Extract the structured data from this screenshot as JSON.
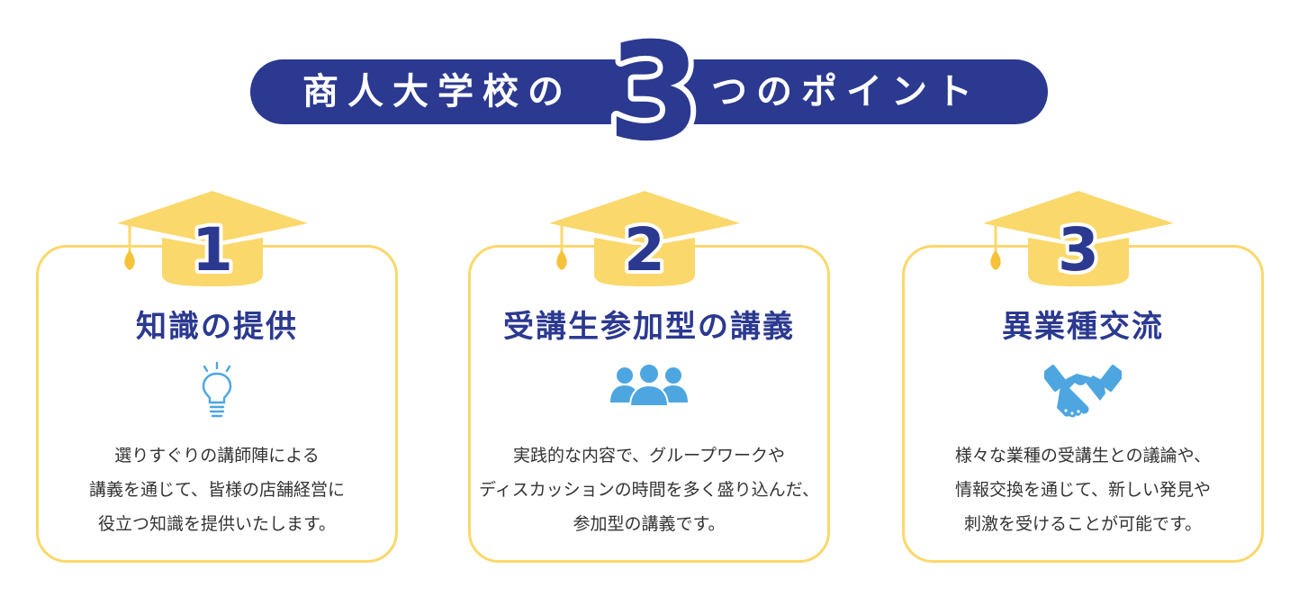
{
  "banner": {
    "left_text": "商人大学校の",
    "number": "3",
    "right_text": "つのポイント"
  },
  "colors": {
    "navy": "#2b3990",
    "yellow": "#fbd86b",
    "icon_blue": "#4da6e0"
  },
  "cards": [
    {
      "number": "1",
      "title": "知識の提供",
      "icon": "light-bulb-icon",
      "lines": [
        "選りすぐりの講師陣による",
        "講義を通じて、皆様の店舗経営に",
        "役立つ知識を提供いたします。"
      ]
    },
    {
      "number": "2",
      "title": "受講生参加型の講義",
      "icon": "people-group-icon",
      "lines": [
        "実践的な内容で、グループワークや",
        "ディスカッションの時間を多く盛り込んだ、",
        "参加型の講義です。"
      ]
    },
    {
      "number": "3",
      "title": "異業種交流",
      "icon": "handshake-icon",
      "lines": [
        "様々な業種の受講生との議論や、",
        "情報交換を通じて、新しい発見や",
        "刺激を受けることが可能です。"
      ]
    }
  ]
}
